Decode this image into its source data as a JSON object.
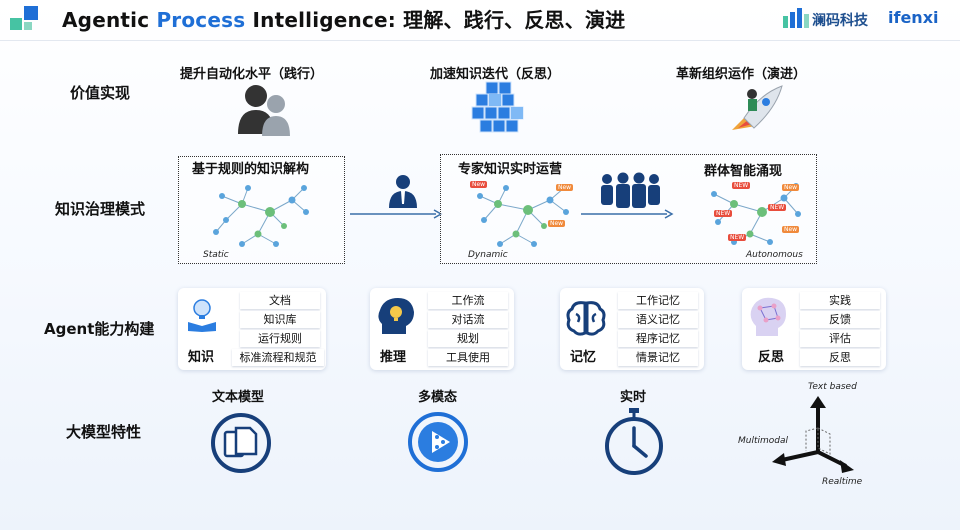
{
  "header": {
    "title_prefix": "Agentic ",
    "title_blue": "Process",
    "title_suffix": " Intelligence: 理解、践行、反思、演进",
    "brand_cn": "澜码科技",
    "brand_en": "ifenxi"
  },
  "rows": {
    "value": "价值实现",
    "governance": "知识治理模式",
    "agent": "Agent能力构建",
    "model": "大模型特性"
  },
  "value_items": [
    {
      "label": "提升自动化水平（践行）",
      "icon": "people-icon"
    },
    {
      "label": "加速知识迭代（反思）",
      "icon": "cubes-icon"
    },
    {
      "label": "革新组织运作（演进）",
      "icon": "rocket-icon"
    }
  ],
  "governance": {
    "box1_title": "基于规则的知识解构",
    "box1_tag": "Static",
    "box2_title_left": "专家知识实时运营",
    "box2_title_right": "群体智能涌现",
    "box2_tag_left": "Dynamic",
    "box2_tag_right": "Autonomous",
    "node_tags": [
      "New",
      "New",
      "New",
      "NEW",
      "New",
      "NEW",
      "NEW",
      "NEW",
      "New"
    ]
  },
  "agent_cards": [
    {
      "label": "知识",
      "icon": "book-lightbulb-icon",
      "items": [
        "文档",
        "知识库",
        "运行规则",
        "标准流程和规范"
      ]
    },
    {
      "label": "推理",
      "icon": "head-lightbulb-icon",
      "items": [
        "工作流",
        "对话流",
        "规划",
        "工具使用"
      ]
    },
    {
      "label": "记忆",
      "icon": "brain-icon",
      "items": [
        "工作记忆",
        "语义记忆",
        "程序记忆",
        "情景记忆"
      ]
    },
    {
      "label": "反思",
      "icon": "ai-head-icon",
      "items": [
        "实践",
        "反馈",
        "评估",
        "反思"
      ]
    }
  ],
  "model_features": [
    {
      "label": "文本模型",
      "icon": "documents-icon"
    },
    {
      "label": "多模态",
      "icon": "play-icon"
    },
    {
      "label": "实时",
      "icon": "stopwatch-icon"
    }
  ],
  "axes": {
    "up": "Text based",
    "left": "Multimodal",
    "right": "Realtime"
  },
  "colors": {
    "accent": "#1f6fd6",
    "dark_blue": "#173f7a",
    "node_green": "#6cbf7a",
    "node_blue": "#5aa4dc",
    "tag_red": "#e84d3d"
  }
}
